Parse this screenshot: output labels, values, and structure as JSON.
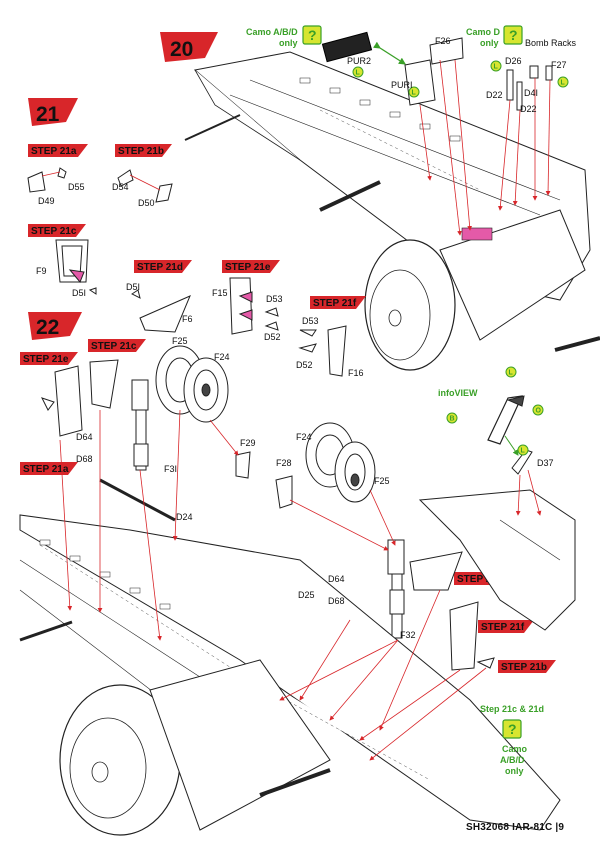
{
  "steps": {
    "s20": "20",
    "s21": "21",
    "s22": "22"
  },
  "substeps": {
    "a": "STEP 21a",
    "b": "STEP 21b",
    "c": "STEP 21c",
    "d": "STEP 21d",
    "e": "STEP 21e",
    "f": "STEP 21f"
  },
  "notes": {
    "camo_abd": "Camo A/B/D",
    "only": "only",
    "camo_d": "Camo D",
    "bomb_racks": "Bomb Racks",
    "infoview": "infoVIEW",
    "step_21c_21d": "Step 21c & 21d",
    "camo": "Camo",
    "abd": "A/B/D"
  },
  "parts": {
    "pur2": "PUR2",
    "pur1": "PURI",
    "f26": "F26",
    "d26": "D26",
    "f27": "F27",
    "d22a": "D22",
    "d41": "D4I",
    "d22b": "D22",
    "d55": "D55",
    "d49": "D49",
    "d54": "D54",
    "d50": "D50",
    "f9": "F9",
    "d51a": "D5I",
    "d51b": "D5I",
    "f6": "F6",
    "f15": "F15",
    "d53a": "D53",
    "d52a": "D52",
    "d53b": "D53",
    "d52b": "D52",
    "f16": "F16",
    "f25a": "F25",
    "f24a": "F24",
    "d64a": "D64",
    "d68a": "D68",
    "f31": "F3I",
    "f29": "F29",
    "d24": "D24",
    "f24b": "F24",
    "f28": "F28",
    "f25b": "F25",
    "d37": "D37",
    "d64b": "D64",
    "d25": "D25",
    "d68b": "D68",
    "f32": "F32"
  },
  "footer": {
    "code": "SH32068",
    "model": "IAR-81C",
    "page": "9"
  }
}
